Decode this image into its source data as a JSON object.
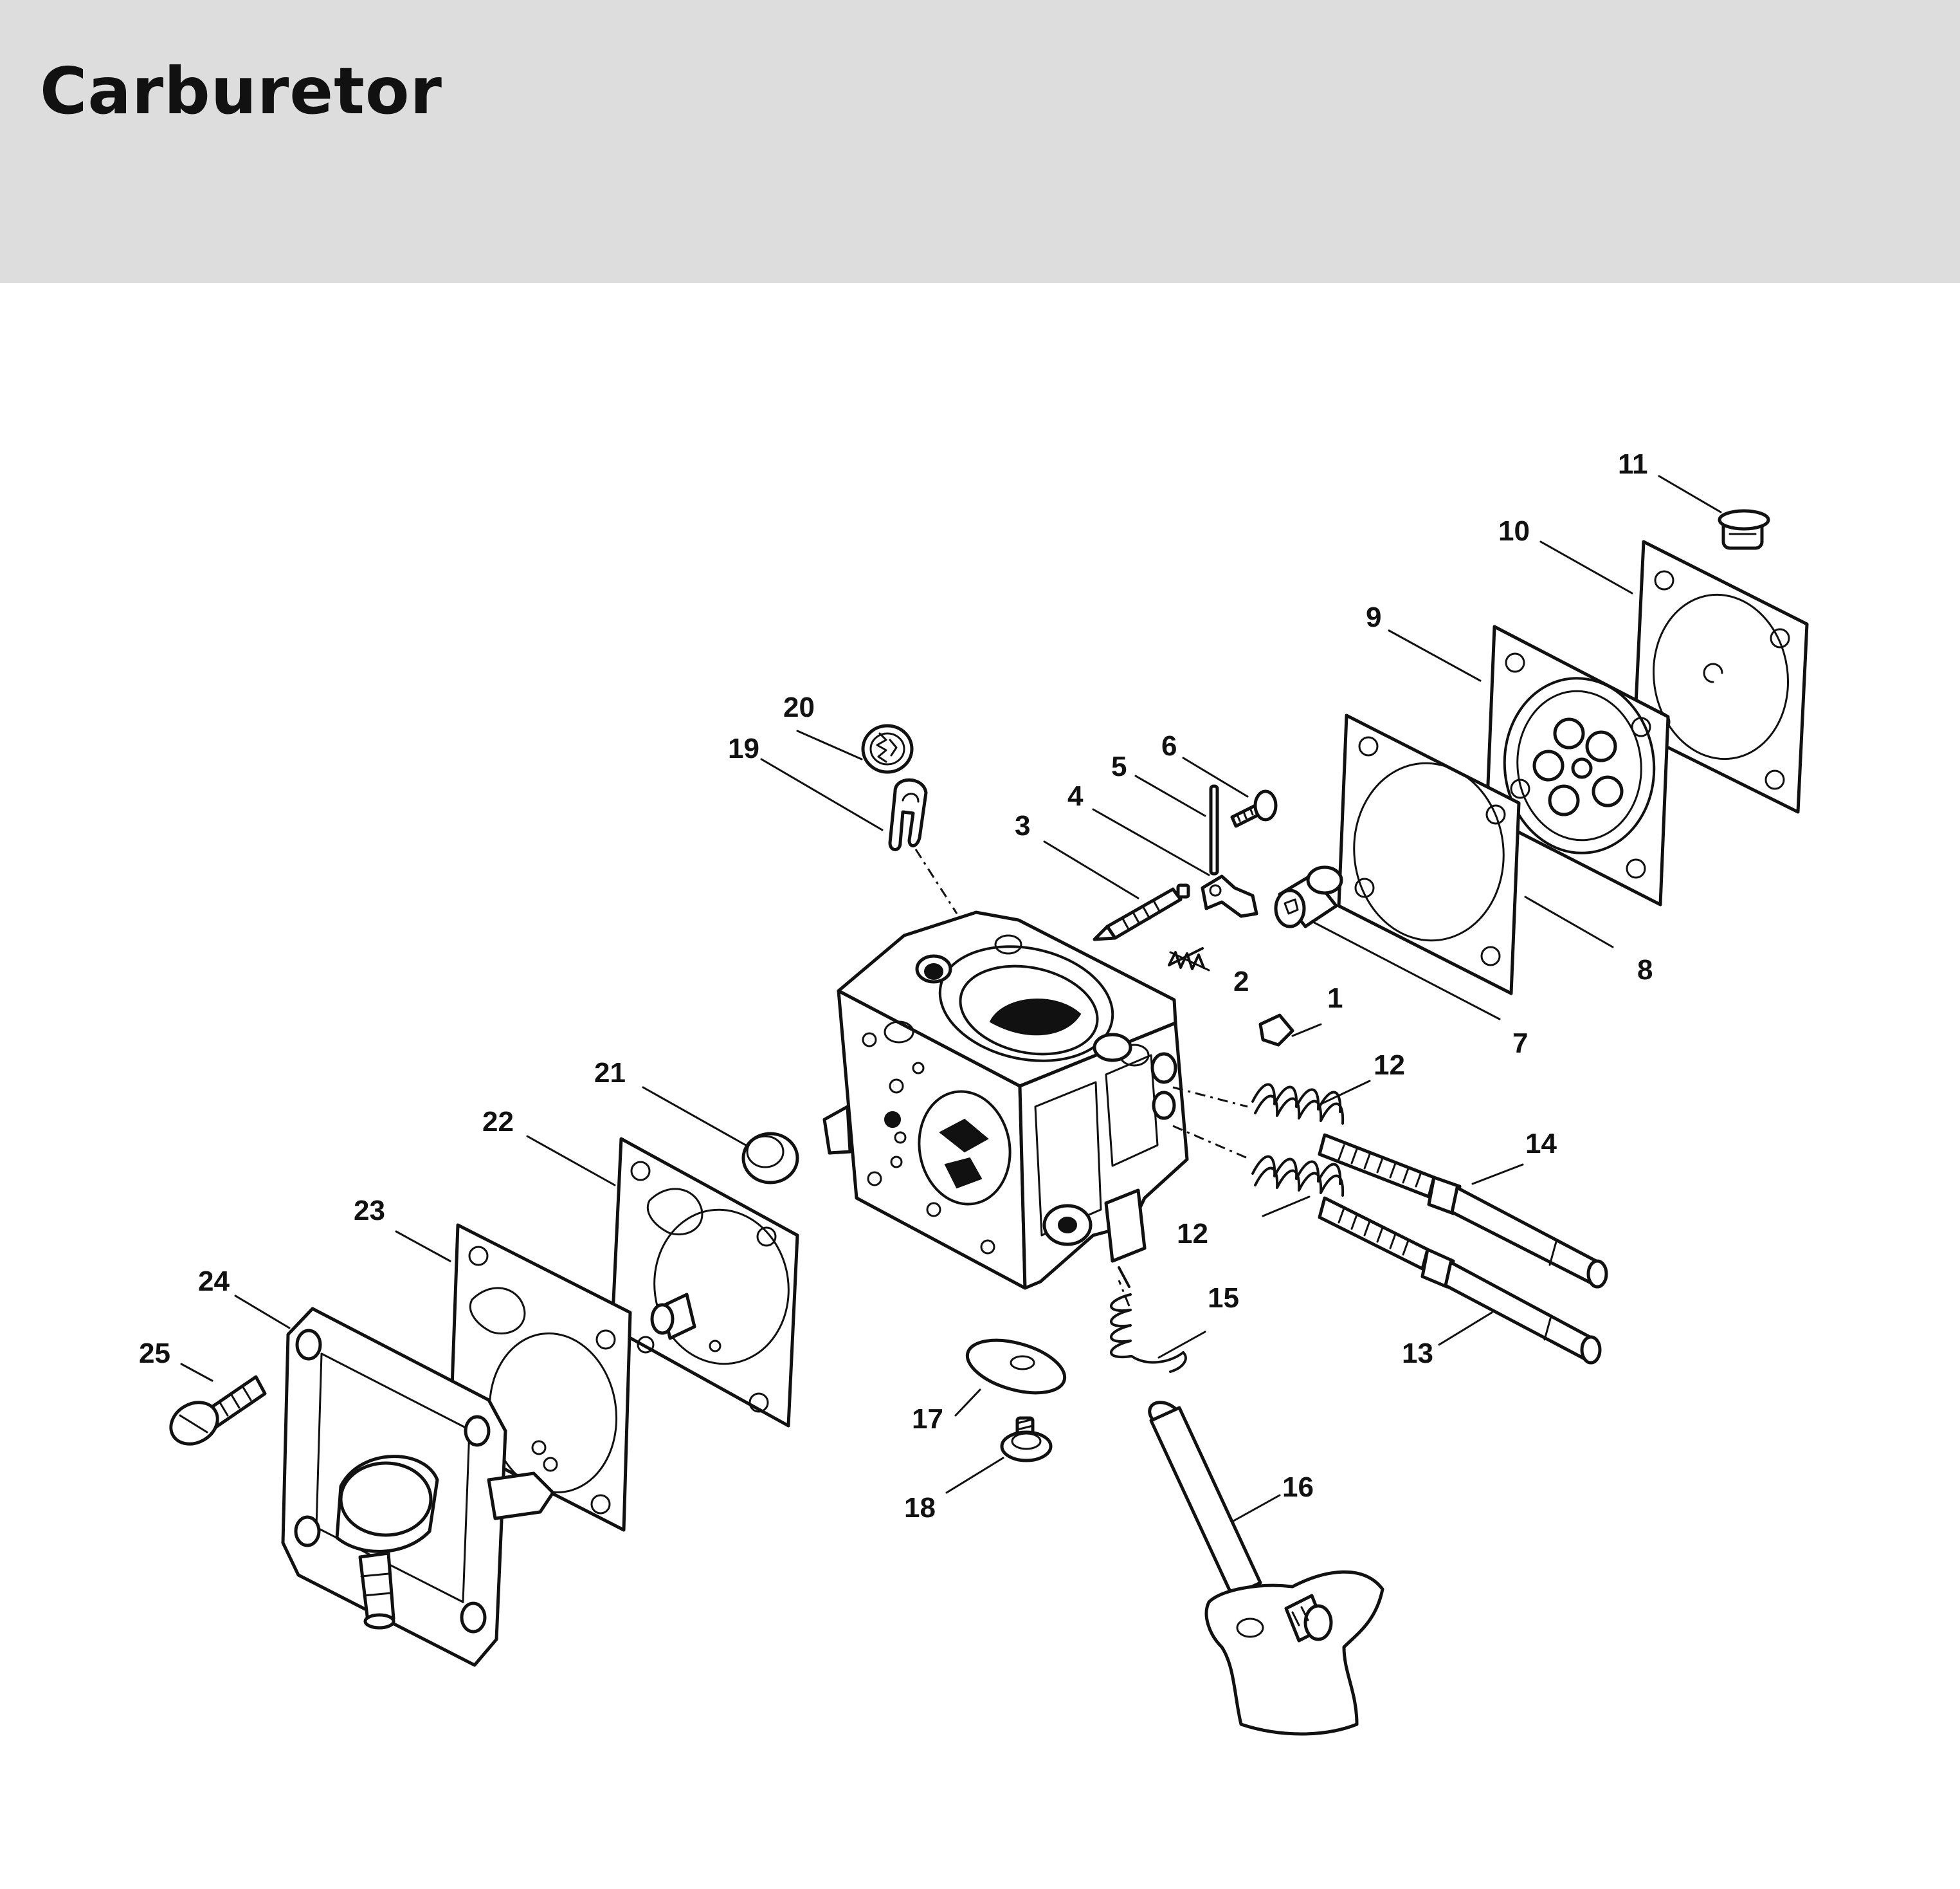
{
  "header": {
    "title": "Carburetor",
    "band_color": "#dcdddc"
  },
  "diagram": {
    "callouts": [
      {
        "id": "1",
        "label": "1"
      },
      {
        "id": "2",
        "label": "2"
      },
      {
        "id": "3",
        "label": "3"
      },
      {
        "id": "4",
        "label": "4"
      },
      {
        "id": "5",
        "label": "5"
      },
      {
        "id": "6",
        "label": "6"
      },
      {
        "id": "7",
        "label": "7"
      },
      {
        "id": "8",
        "label": "8"
      },
      {
        "id": "9",
        "label": "9"
      },
      {
        "id": "10",
        "label": "10"
      },
      {
        "id": "11",
        "label": "11"
      },
      {
        "id": "12a",
        "label": "12"
      },
      {
        "id": "12b",
        "label": "12"
      },
      {
        "id": "13",
        "label": "13"
      },
      {
        "id": "14",
        "label": "14"
      },
      {
        "id": "15",
        "label": "15"
      },
      {
        "id": "16",
        "label": "16"
      },
      {
        "id": "17",
        "label": "17"
      },
      {
        "id": "18",
        "label": "18"
      },
      {
        "id": "19",
        "label": "19"
      },
      {
        "id": "20",
        "label": "20"
      },
      {
        "id": "21",
        "label": "21"
      },
      {
        "id": "22",
        "label": "22"
      },
      {
        "id": "23",
        "label": "23"
      },
      {
        "id": "24",
        "label": "24"
      },
      {
        "id": "25",
        "label": "25"
      }
    ]
  }
}
